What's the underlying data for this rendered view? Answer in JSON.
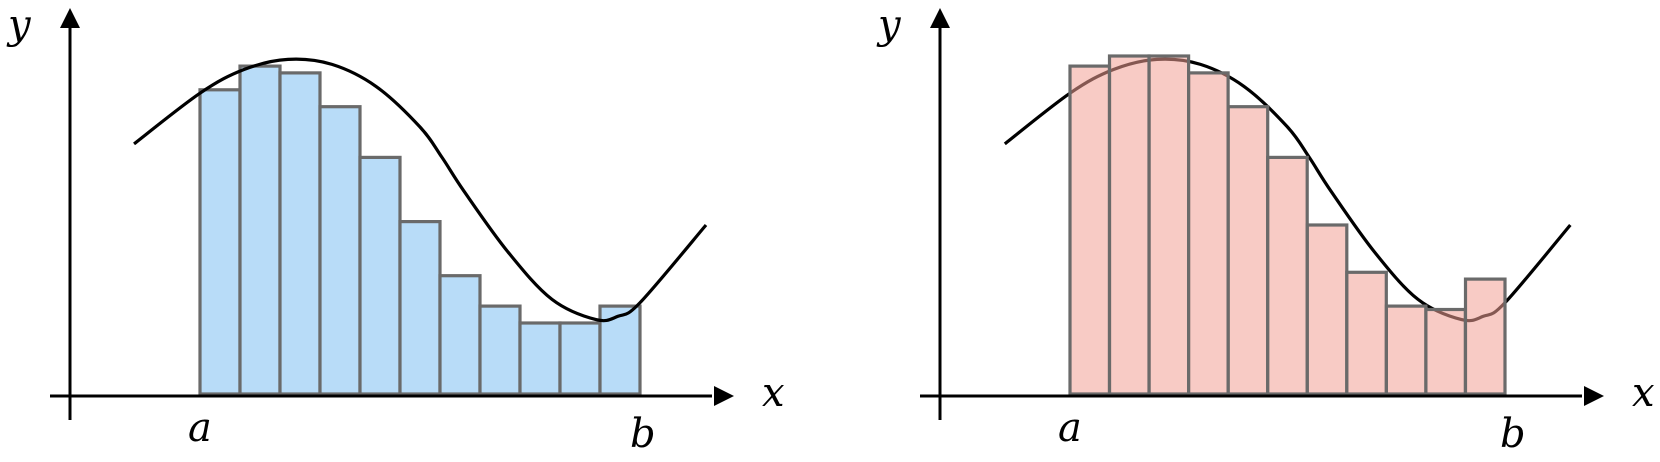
{
  "panels": [
    {
      "id": "lower-sum",
      "fill": "#b8dcf8",
      "labels": {
        "y_axis": "y",
        "x_axis": "x",
        "left_end": "a",
        "right_end": "b"
      }
    },
    {
      "id": "upper-sum",
      "fill": "#f5c3bc",
      "labels": {
        "y_axis": "y",
        "x_axis": "x",
        "left_end": "a",
        "right_end": "b"
      }
    }
  ],
  "chart_data": [
    {
      "type": "bar",
      "title": "",
      "xlabel": "x",
      "ylabel": "y",
      "curve_x_range": [
        -0.15,
        1.15
      ],
      "curve_samples": [
        [
          -0.15,
          0.74
        ],
        [
          0.0,
          0.89
        ],
        [
          0.1,
          0.96
        ],
        [
          0.2,
          0.99
        ],
        [
          0.3,
          0.975
        ],
        [
          0.4,
          0.91
        ],
        [
          0.5,
          0.79
        ],
        [
          0.55,
          0.7
        ],
        [
          0.6,
          0.6
        ],
        [
          0.7,
          0.42
        ],
        [
          0.8,
          0.28
        ],
        [
          0.9,
          0.22
        ],
        [
          0.95,
          0.23
        ],
        [
          1.0,
          0.27
        ],
        [
          1.15,
          0.5
        ]
      ],
      "interval": [
        "a",
        "b"
      ],
      "bar_heights": [
        0.9,
        0.97,
        0.95,
        0.85,
        0.7,
        0.51,
        0.35,
        0.26,
        0.21,
        0.21,
        0.26
      ]
    },
    {
      "type": "bar",
      "title": "",
      "xlabel": "x",
      "ylabel": "y",
      "curve_x_range": [
        -0.15,
        1.15
      ],
      "curve_samples": [
        [
          -0.15,
          0.74
        ],
        [
          0.0,
          0.89
        ],
        [
          0.1,
          0.96
        ],
        [
          0.2,
          0.99
        ],
        [
          0.3,
          0.975
        ],
        [
          0.4,
          0.91
        ],
        [
          0.5,
          0.79
        ],
        [
          0.55,
          0.7
        ],
        [
          0.6,
          0.6
        ],
        [
          0.7,
          0.42
        ],
        [
          0.8,
          0.28
        ],
        [
          0.9,
          0.22
        ],
        [
          0.95,
          0.23
        ],
        [
          1.0,
          0.27
        ],
        [
          1.15,
          0.5
        ]
      ],
      "interval": [
        "a",
        "b"
      ],
      "bar_heights": [
        0.97,
        1.0,
        1.0,
        0.95,
        0.85,
        0.7,
        0.5,
        0.36,
        0.26,
        0.25,
        0.34
      ]
    }
  ]
}
